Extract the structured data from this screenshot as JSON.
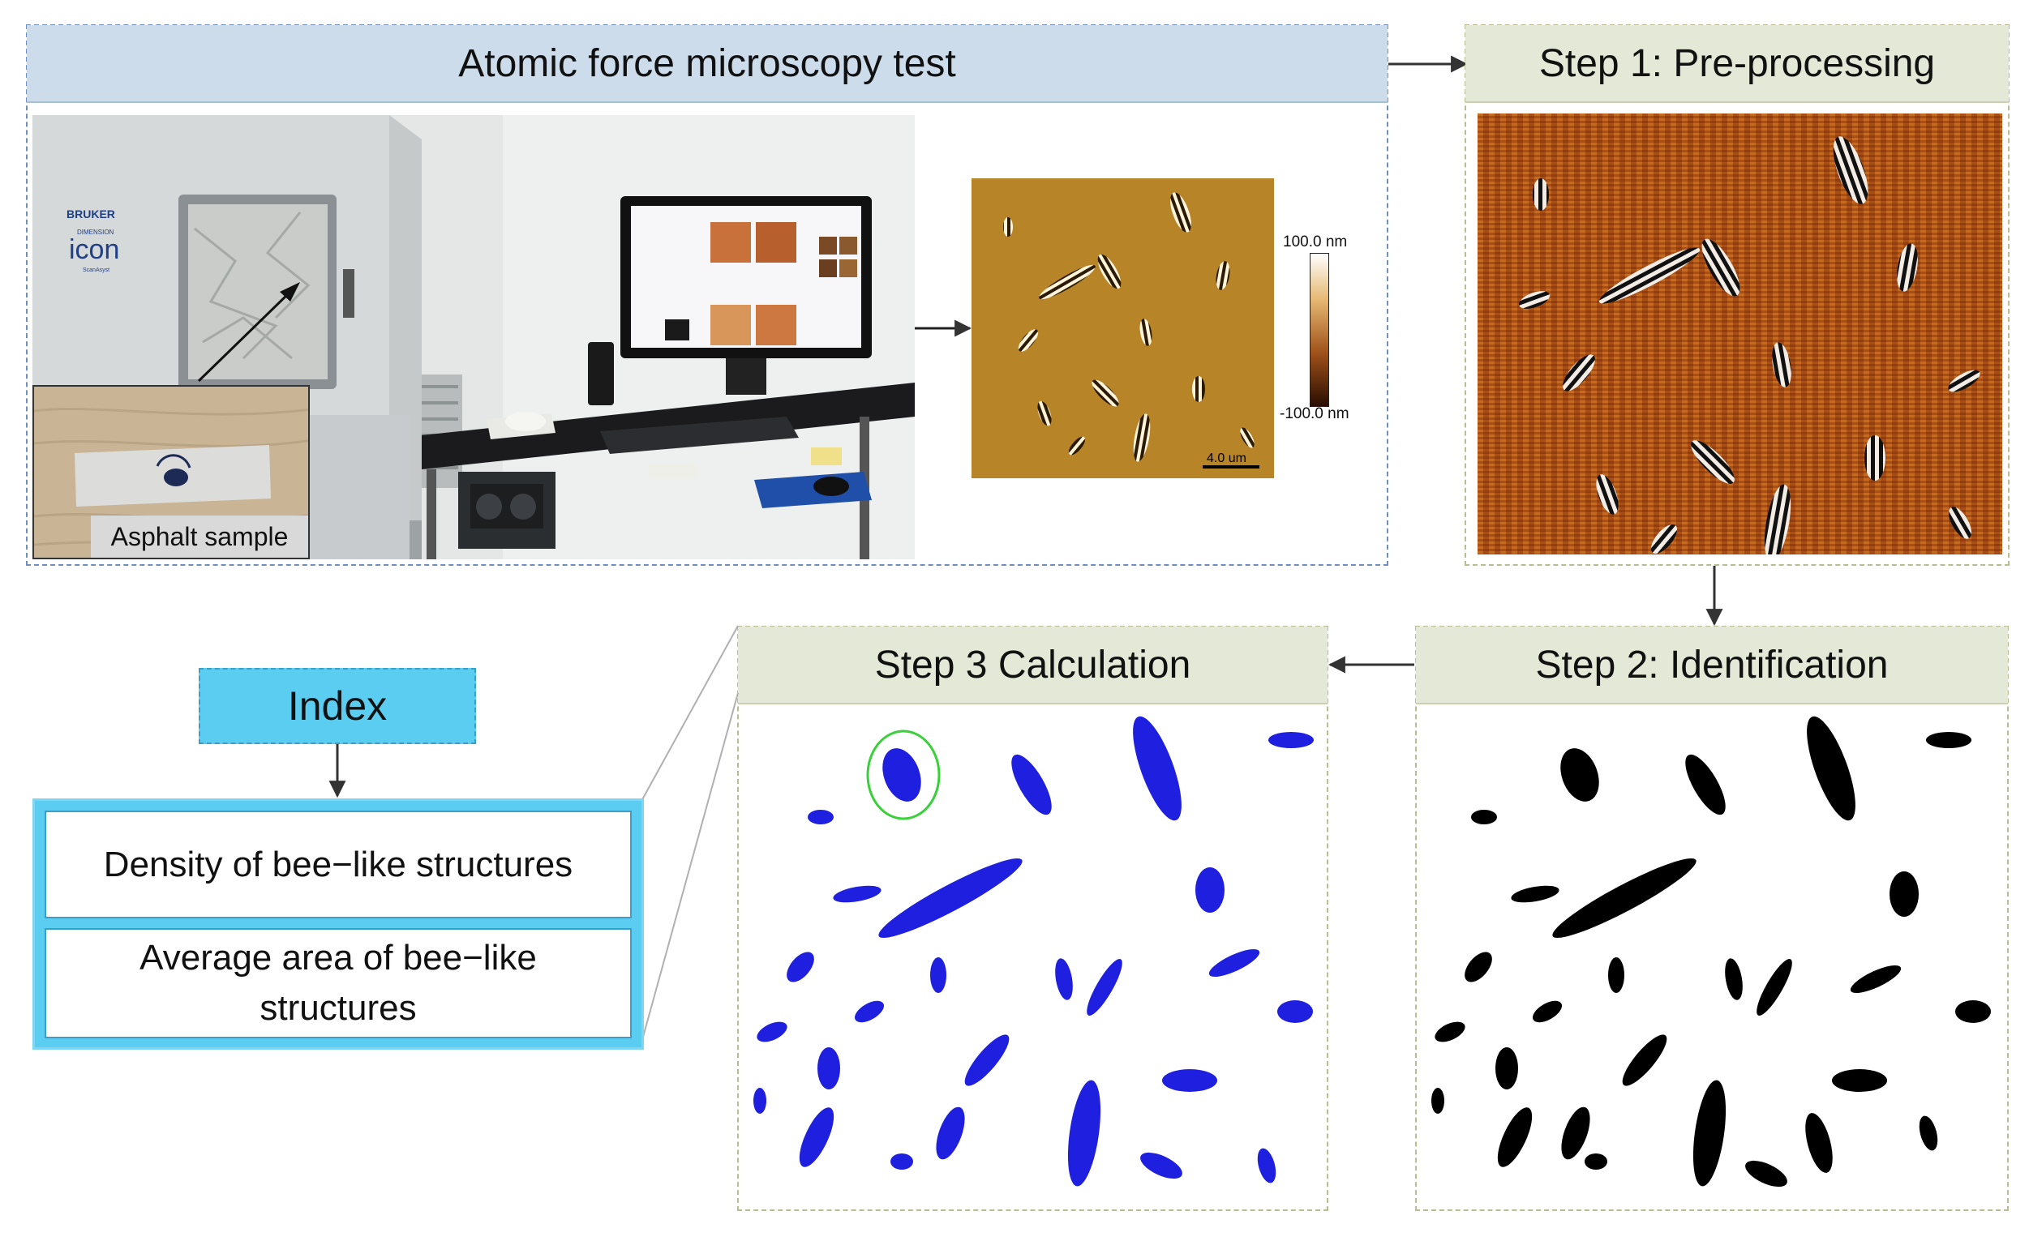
{
  "afm_panel": {
    "title": "Atomic force microscopy test",
    "instrument_logo": {
      "brand": "BRUKER",
      "model": "icon",
      "sub": "DIMENSION",
      "tag": "ScanAsyst"
    },
    "inset_label": "Asphalt sample",
    "colorbar": {
      "max_label": "100.0 nm",
      "min_label": "-100.0 nm"
    },
    "scale_bar_label": "4.0 um"
  },
  "steps": {
    "step1": {
      "title": "Step 1: Pre-processing"
    },
    "step2": {
      "title": "Step 2: Identification"
    },
    "step3": {
      "title": "Step 3 Calculation"
    }
  },
  "index": {
    "title": "Index",
    "items": [
      "Density of bee−like structures",
      "Average area of bee−like structures"
    ]
  },
  "colors": {
    "title_bar_blue": "#ccdcea",
    "title_bar_olive": "#e4e8d6",
    "index_cyan": "#5bcdf0",
    "blob_blue": "#1f1fe0",
    "blob_black": "#000000",
    "afm_gold": "#b88428",
    "afm_rust": "#a84e18"
  }
}
